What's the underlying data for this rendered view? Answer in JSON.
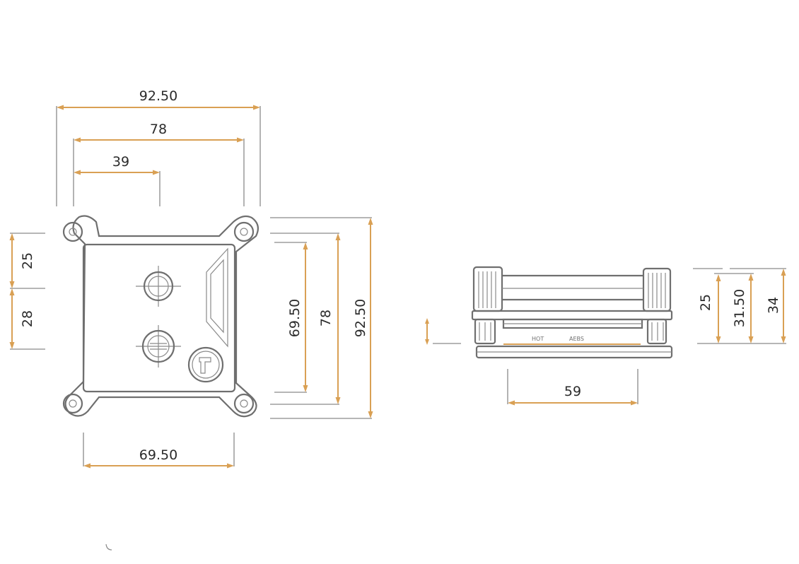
{
  "top_view": {
    "dim_top_overall": "92.50",
    "dim_top_mid": "78",
    "dim_top_half": "39",
    "dim_left_upper": "25",
    "dim_left_lower": "28",
    "dim_right_inner": "69.50",
    "dim_right_mid": "78",
    "dim_right_overall": "92.50",
    "dim_bottom": "69.50"
  },
  "side_view": {
    "dim_right_a": "25",
    "dim_right_b": "31.50",
    "dim_right_c": "34",
    "dim_bottom": "59",
    "base_text_left": "HOT",
    "base_text_right": "AEBS"
  },
  "colors": {
    "dimension": "#d9a054",
    "outline": "#6f6f6f",
    "extension": "#8a8a8a"
  }
}
